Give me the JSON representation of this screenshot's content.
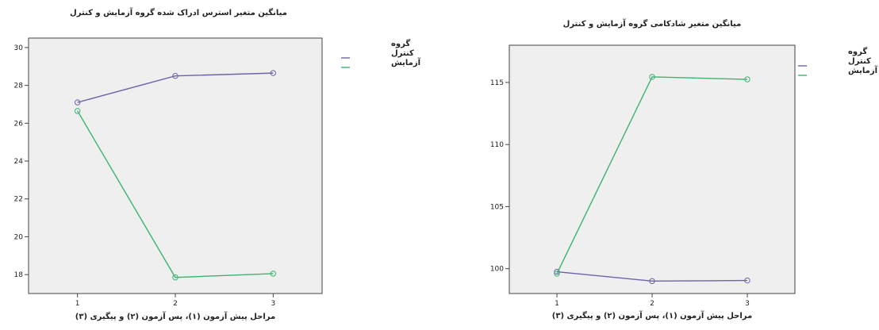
{
  "chart_data": [
    {
      "type": "line",
      "title": "میانگین متغیر استرس ادراک شده گروه آزمایش و کنترل",
      "xlabel": "مراحل پیش آزمون (۱)، پس آزمون (۲) و پیگیری (۳)",
      "ylabel": "",
      "x": [
        1,
        2,
        3
      ],
      "xticks": [
        "1",
        "2",
        "3"
      ],
      "ylim": [
        17,
        30.5
      ],
      "yticks": [
        18,
        20,
        22,
        24,
        26,
        28,
        30
      ],
      "legend_title": "گروه",
      "legend_position": "right",
      "series": [
        {
          "name": "کنترل",
          "color": "#6b64a8",
          "values": [
            27.1,
            28.5,
            28.65
          ]
        },
        {
          "name": "آزمایش",
          "color": "#3cb371",
          "values": [
            26.65,
            17.85,
            18.05
          ]
        }
      ]
    },
    {
      "type": "line",
      "title": "میانگین متغیر شادکامی گروه آزمایش و کنترل",
      "xlabel": "مراحل پیش آزمون (۱)، پس آزمون (۲) و پیگیری (۳)",
      "ylabel": "",
      "x": [
        1,
        2,
        3
      ],
      "xticks": [
        "1",
        "2",
        "3"
      ],
      "ylim": [
        98,
        118
      ],
      "yticks": [
        100,
        105,
        110,
        115
      ],
      "legend_title": "گروه",
      "legend_position": "right",
      "series": [
        {
          "name": "کنترل",
          "color": "#6b64a8",
          "values": [
            99.75,
            99.0,
            99.05
          ]
        },
        {
          "name": "آزمایش",
          "color": "#3cb371",
          "values": [
            99.6,
            115.45,
            115.25
          ]
        }
      ]
    }
  ]
}
